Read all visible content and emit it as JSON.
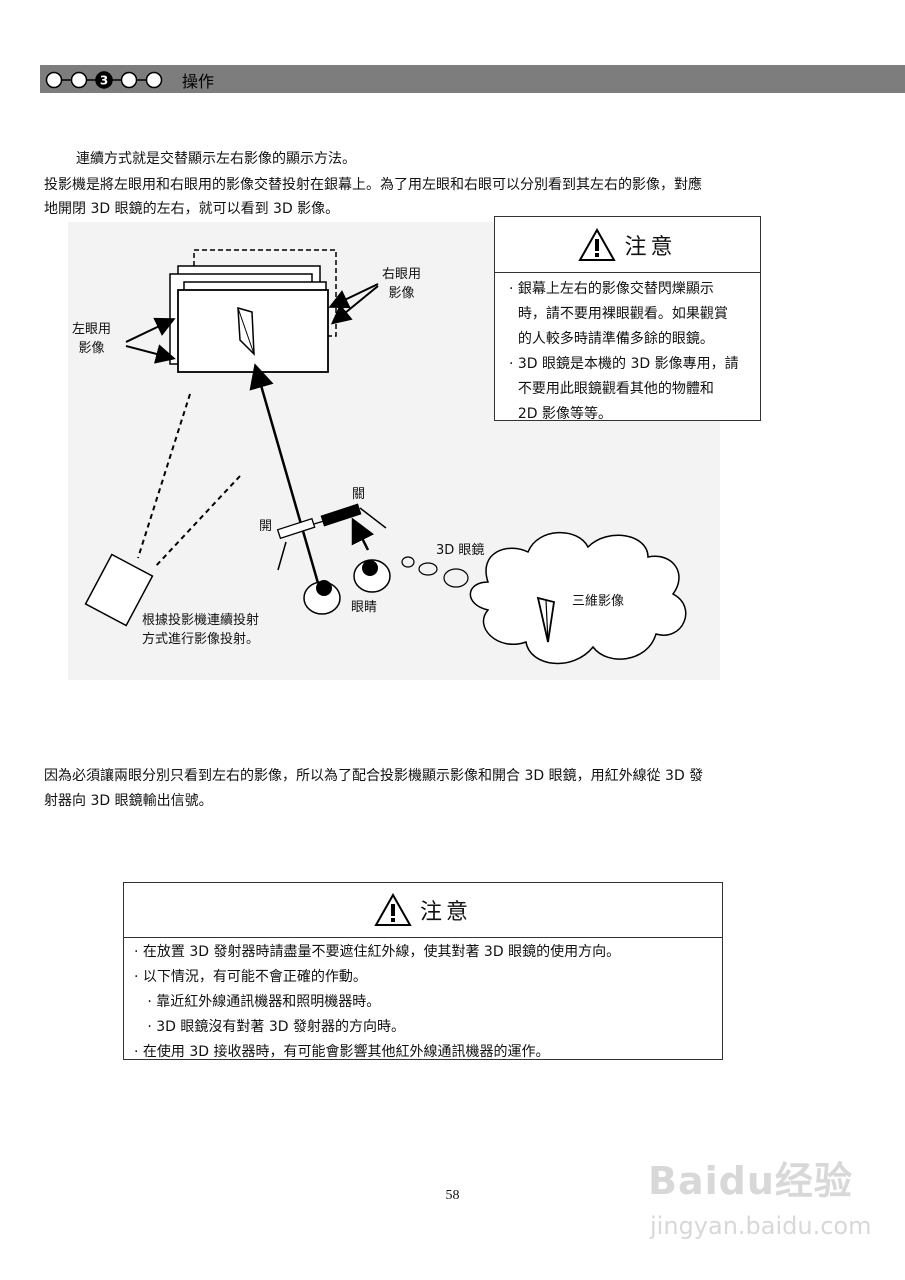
{
  "header": {
    "steps": [
      "",
      "",
      "3",
      "",
      ""
    ],
    "active_step": 3,
    "title": "操作"
  },
  "intro": {
    "line1": "連續方式就是交替顯示左右影像的顯示方法。",
    "line2": "投影機是將左眼用和右眼用的影像交替投射在銀幕上。為了用左眼和右眼可以分別看到其左右的影像，對應",
    "line3": "地開閉 3D 眼鏡的左右，就可以看到 3D 影像。"
  },
  "diagram": {
    "right_eye_label": [
      "右眼用",
      "影像"
    ],
    "left_eye_label": [
      "左眼用",
      "影像"
    ],
    "open_label": "開",
    "close_label": "關",
    "glasses_label": "3D 眼鏡",
    "eyes_label": "眼睛",
    "stereo_label": "三維影像",
    "projector_label": [
      "根據投影機連續投射",
      "方式進行影像投射。"
    ]
  },
  "caution1": {
    "title": "注意",
    "items": [
      "· 銀幕上左右的影像交替閃爍顯示",
      "  時，請不要用裸眼觀看。如果觀賞",
      "  的人較多時請準備多餘的眼鏡。",
      "· 3D 眼鏡是本機的 3D 影像專用，請",
      "  不要用此眼鏡觀看其他的物體和",
      "  2D 影像等等。"
    ]
  },
  "middle": {
    "line1": "因為必須讓兩眼分別只看到左右的影像，所以為了配合投影機顯示影像和開合 3D 眼鏡，用紅外線從 3D 發",
    "line2": "射器向 3D 眼鏡輸出信號。"
  },
  "caution2": {
    "title": "注意",
    "items": [
      "· 在放置 3D 發射器時請盡量不要遮住紅外線，使其對著 3D 眼鏡的使用方向。",
      "· 以下情況，有可能不會正確的作動。",
      "   · 靠近紅外線通訊機器和照明機器時。",
      "   · 3D 眼鏡沒有對著 3D 發射器的方向時。",
      "· 在使用 3D 接收器時，有可能會影響其他紅外線通訊機器的運作。"
    ]
  },
  "page_number": "58",
  "watermark": {
    "logo": "Baidu经验",
    "url": "jingyan.baidu.com"
  }
}
